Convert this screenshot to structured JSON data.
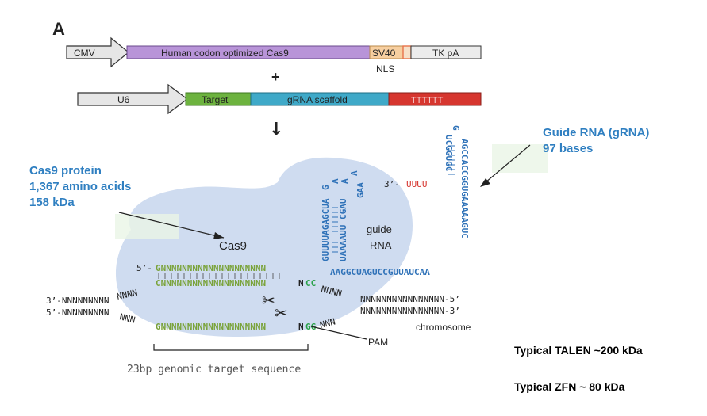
{
  "panel_label": "A",
  "construct1": {
    "promoter": "CMV",
    "gene": "Human codon optimized Cas9",
    "nls_box": "SV40",
    "nls_label": "NLS",
    "polyA": "TK pA"
  },
  "plus_sign": "+",
  "construct2": {
    "promoter": "U6",
    "target": "Target",
    "scaffold": "gRNA scaffold",
    "terminator": "TTTTTT"
  },
  "arrow_down": "↓",
  "colors": {
    "cas9": "#b894d8",
    "sv40": "#f7cfa0",
    "nls_link": "#e8734a",
    "target": "#6db33f",
    "scaffold": "#3fa9c8",
    "terminator": "#d6362f",
    "gray_box": "#ececec",
    "blob": "#cfdcf0",
    "rna_blue": "#2f72b8",
    "dna_green": "#7aa33a",
    "callout_blue": "#2f7fc1"
  },
  "cas9_callout": {
    "line1": "Cas9 protein",
    "line2": "1,367 amino acids",
    "line3": "158 kDa"
  },
  "grna_callout": {
    "line1": "Guide RNA (gRNA)",
    "line2": "97 bases"
  },
  "diagram": {
    "cas9_label": "Cas9",
    "guide_label_1": "guide",
    "guide_label_2": "RNA",
    "chromosome_label": "chromosome",
    "pam_label": "PAM",
    "target_seq_label": "23bp genomic target sequence",
    "five_prime_guide": "5’-",
    "three_prime_uuuu": "3’-",
    "uuuu": "UUUU",
    "top_strand_seq": "GNNNNNNNNNNNNNNNNNNNN",
    "comp_strand_seq": "CNNNNNNNNNNNNNNNNNNNN",
    "comp_end": "N",
    "comp_cc": "CC",
    "bottom_strand_seq": "GNNNNNNNNNNNNNNNNNNNN",
    "bottom_end": "N",
    "bottom_gg": "GG",
    "left_top": "3’-NNNNNNNNN",
    "left_bottom": "5’-NNNNNNNNN",
    "right_top": "NNNNNNNNNNNNNNNN-5’",
    "right_bottom": "NNNNNNNNNNNNNNNN-3’",
    "nnn_short": "NNNN",
    "nnn_short2": "NNN",
    "rna_horizontal": "AAGGCUAGUCCGUUAUCAA",
    "rna_v1": "GUUUUAGAGCUA",
    "rna_v2": "UAAAAUU CGAU",
    "rna_v3": "GAA",
    "rna_g": "G",
    "rna_a": "A",
    "rna_a2": "A",
    "rna_a3": "A",
    "rna_right_v1": "AGCCACCGGUGAAAAAGUC",
    "rna_right_v2": "UCGGUGC",
    "rna_right_g": "G"
  },
  "talen_text": "Typical TALEN ~200 kDa",
  "zfn_text": "Typical ZFN ~ 80 kDa"
}
